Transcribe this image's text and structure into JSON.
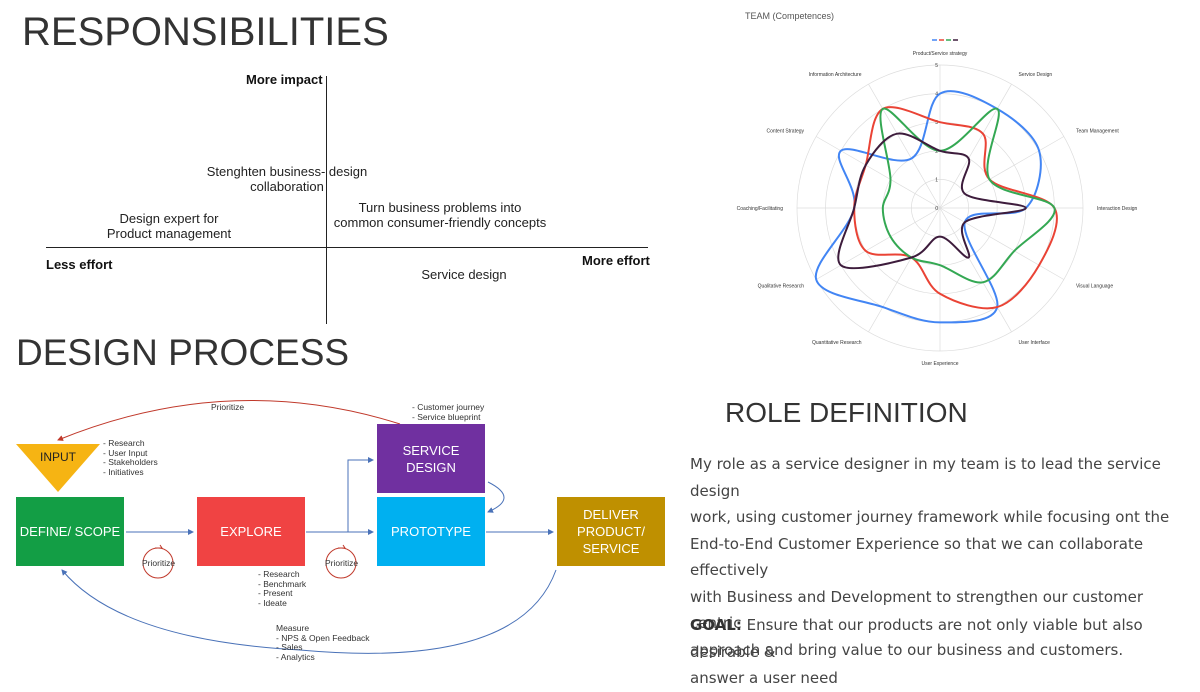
{
  "responsibilities": {
    "title": "RESPONSIBILITIES",
    "axis": {
      "top": "More impact",
      "left": "Less effort",
      "right": "More effort"
    },
    "items": {
      "business_design": "Stenghten business- design collaboration",
      "design_expert": "Design expert for Product management",
      "business_problems": "Turn business problems into common consumer-friendly concepts",
      "service_design": "Service design"
    }
  },
  "design_process": {
    "title": "DESIGN PROCESS",
    "boxes": {
      "input": "INPUT",
      "define": "DEFINE/ SCOPE",
      "explore": "EXPLORE",
      "service_design": "SERVICE DESIGN",
      "prototype": "PROTOTYPE",
      "deliver": "DELIVER PRODUCT/ SERVICE"
    },
    "labels": {
      "prioritize_top": "Prioritize",
      "prioritize_1": "Prioritize",
      "prioritize_2": "Prioritize"
    },
    "notes": {
      "input_notes": "- Research\n- User Input\n- Stakeholders\n- Initiatives",
      "service_notes": "- Customer journey\n- Service blueprint",
      "explore_notes": "- Research\n- Benchmark\n- Present\n- Ideate",
      "measure_notes": "Measure\n- NPS & Open Feedback\n- Sales\n- Analytics"
    },
    "colors": {
      "input": "#f6b413",
      "define": "#139e45",
      "explore": "#f04343",
      "service_design": "#7030a0",
      "prototype": "#00b0f0",
      "deliver": "#bf9000"
    }
  },
  "team_chart": {
    "title": "TEAM (Competences)"
  },
  "chart_data": {
    "type": "radar",
    "title": "TEAM (Competences)",
    "axes": [
      "Product/Service strategy",
      "Service Design",
      "Team Management",
      "Interaction Design",
      "Visual Language",
      "User Interface",
      "User Experience",
      "Quantitative Research",
      "Qualitative Research",
      "Coaching/Facilitating",
      "Content Strategy",
      "Information Architecture"
    ],
    "ticks": [
      "0",
      "1",
      "2",
      "3",
      "4",
      "5"
    ],
    "rmax": 5,
    "series": [
      {
        "color": "#4285f4",
        "values": [
          4,
          4,
          4,
          3,
          1,
          4,
          4,
          4,
          5,
          3,
          4,
          2
        ]
      },
      {
        "color": "#ea4335",
        "values": [
          3,
          3,
          2,
          4,
          4,
          4,
          3,
          2,
          3,
          3,
          3,
          4
        ]
      },
      {
        "color": "#34a853",
        "values": [
          2,
          4,
          2,
          4,
          3,
          3,
          2,
          2,
          2,
          2,
          2,
          4
        ]
      },
      {
        "color": "#3d1c3c",
        "values": [
          2,
          2,
          1,
          3,
          1,
          2,
          1,
          2,
          4,
          3,
          3,
          3
        ]
      }
    ]
  },
  "role_definition": {
    "title": "ROLE DEFINITION",
    "lines": [
      "My role as a service designer in my team is to lead the service design",
      "work, using customer journey framework while focusing ont the",
      "End-to-End Customer Experience so that we can collaborate effectively",
      "with Business and Development to strengthen our customer centric",
      "approach and bring value to our business and customers."
    ],
    "goal_label": "GOAL:",
    "goal_line1": " Ensure that our products are not only viable but also desirable &",
    "goal_line2": "answer a user need"
  }
}
